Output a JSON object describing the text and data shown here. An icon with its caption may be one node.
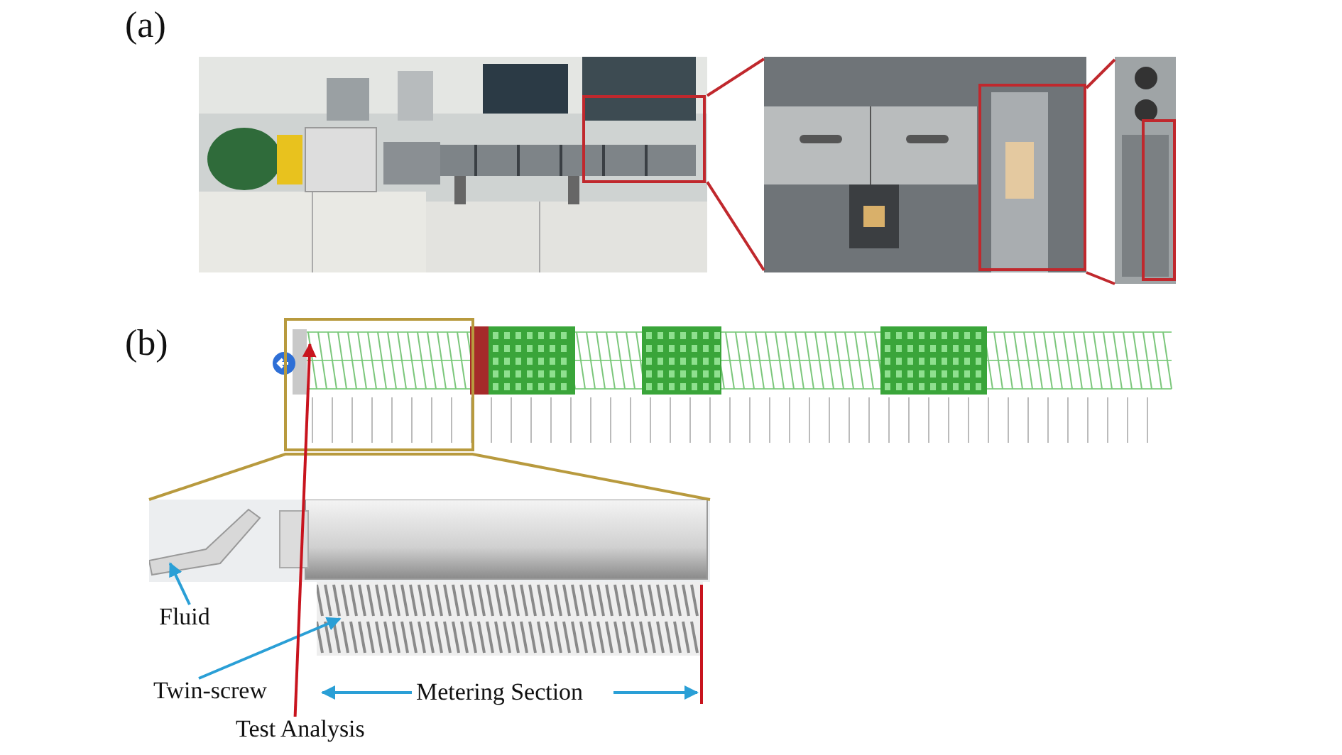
{
  "diagram": {
    "nodes": [
      {
        "text": [],
        "shape": "picture"
      },
      {
        "text": [],
        "shape": "picture"
      },
      {
        "text": [],
        "shape": "picture"
      },
      {
        "text": [],
        "shape": "picture"
      },
      {
        "text": [],
        "shape": "picture"
      },
      {
        "text": [
          "Fluid"
        ]
      },
      {
        "text": [
          "Twin-screw"
        ]
      },
      {
        "text": [],
        "shape": "picture",
        "in": 4
      },
      {
        "text": [],
        "shape": "picture"
      },
      {
        "text": [
          "Test Analysis"
        ]
      }
    ],
    "edges": [
      {
        "from": 0,
        "to": 1,
        "arrow": "none",
        "color": "#c0282d"
      },
      {
        "from": 1,
        "to": 2,
        "arrow": "none",
        "color": "#c0282d"
      },
      {
        "from": 3,
        "to": 4,
        "arrow": "none",
        "color": "#b89a3e"
      },
      {
        "from": 5,
        "to": 7,
        "arrow": "to",
        "color": "#2a9fd6"
      },
      {
        "from": 6,
        "to": 8,
        "arrow": "to",
        "color": "#2a9fd6"
      },
      {
        "from": 9,
        "to": 3,
        "arrow": "to",
        "color": "#c8141e"
      }
    ],
    "labels": [
      "(a)",
      "(b)",
      "Metering Section"
    ]
  }
}
